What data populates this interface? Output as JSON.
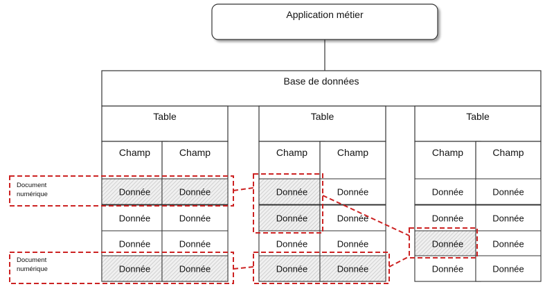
{
  "app": {
    "label": "Application métier"
  },
  "database": {
    "label": "Base de données"
  },
  "tables": [
    {
      "label": "Table",
      "fields": [
        {
          "label": "Champ",
          "cells": [
            "Donnée",
            "Donnée",
            "Donnée",
            "Donnée"
          ],
          "highlight": [
            true,
            false,
            false,
            true
          ]
        },
        {
          "label": "Champ",
          "cells": [
            "Donnée",
            "Donnée",
            "Donnée",
            "Donnée"
          ],
          "highlight": [
            true,
            false,
            false,
            true
          ]
        }
      ]
    },
    {
      "label": "Table",
      "fields": [
        {
          "label": "Champ",
          "cells": [
            "Donnée",
            "Donnée",
            "Donnée",
            "Donnée"
          ],
          "highlight": [
            true,
            true,
            false,
            true
          ]
        },
        {
          "label": "Champ",
          "cells": [
            "Donnée",
            "Donnée",
            "Donnée",
            "Donnée"
          ],
          "highlight": [
            false,
            false,
            false,
            true
          ]
        }
      ]
    },
    {
      "label": "Table",
      "fields": [
        {
          "label": "Champ",
          "cells": [
            "Donnée",
            "Donnée",
            "Donnée",
            "Donnée"
          ],
          "highlight": [
            false,
            false,
            true,
            false
          ]
        },
        {
          "label": "Champ",
          "cells": [
            "Donnée",
            "Donnée",
            "Donnée",
            "Donnée"
          ],
          "highlight": [
            false,
            false,
            false,
            false
          ]
        }
      ]
    }
  ],
  "documents": [
    {
      "label_line1": "Document",
      "label_line2": "numérique"
    },
    {
      "label_line1": "Document",
      "label_line2": "numérique"
    }
  ],
  "colors": {
    "dashed": "#cc2222",
    "hatch": "#c8c8c8",
    "stroke": "#333333"
  }
}
